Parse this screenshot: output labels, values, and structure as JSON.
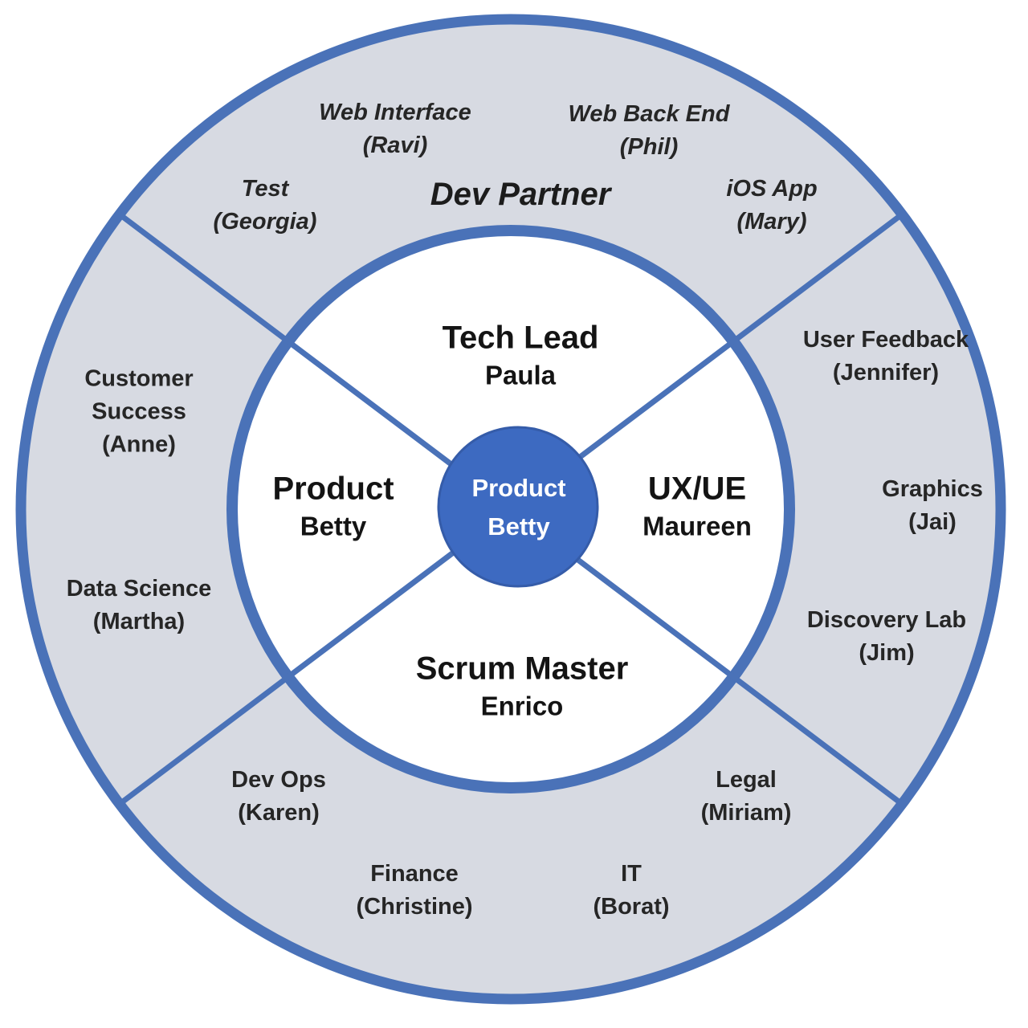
{
  "center": {
    "role": "Product",
    "name": "Betty"
  },
  "quadrants": {
    "top": {
      "role": "Tech Lead",
      "name": "Paula"
    },
    "left": {
      "role": "Product",
      "name": "Betty"
    },
    "right": {
      "role": "UX/UE",
      "name": "Maureen"
    },
    "bottom": {
      "role": "Scrum Master",
      "name": "Enrico"
    }
  },
  "outer": {
    "top_sector_title": "Dev Partner",
    "items": [
      {
        "label": "Web Interface",
        "person": "(Ravi)"
      },
      {
        "label": "Web Back End",
        "person": "(Phil)"
      },
      {
        "label": "Test",
        "person": "(Georgia)"
      },
      {
        "label": "iOS App",
        "person": "(Mary)"
      },
      {
        "label": "User Feedback",
        "person": "(Jennifer)"
      },
      {
        "label": "Graphics",
        "person": "(Jai)"
      },
      {
        "label": "Discovery Lab",
        "person": "(Jim)"
      },
      {
        "label": "Customer Success",
        "person": "(Anne)"
      },
      {
        "label": "Data Science",
        "person": "(Martha)"
      },
      {
        "label": "Dev Ops",
        "person": "(Karen)"
      },
      {
        "label": "Legal",
        "person": "(Miriam)"
      },
      {
        "label": "Finance",
        "person": "(Christine)"
      },
      {
        "label": "IT",
        "person": "(Borat)"
      }
    ]
  },
  "colors": {
    "ring_fill": "#d7dae2",
    "inner_fill": "#ffffff",
    "circle_stroke": "#4a72b8",
    "divider_stroke": "#4a72b8",
    "center_fill": "#3d6ac1",
    "center_stroke": "#355ca9",
    "text": "#262626",
    "center_text": "#ffffff"
  }
}
